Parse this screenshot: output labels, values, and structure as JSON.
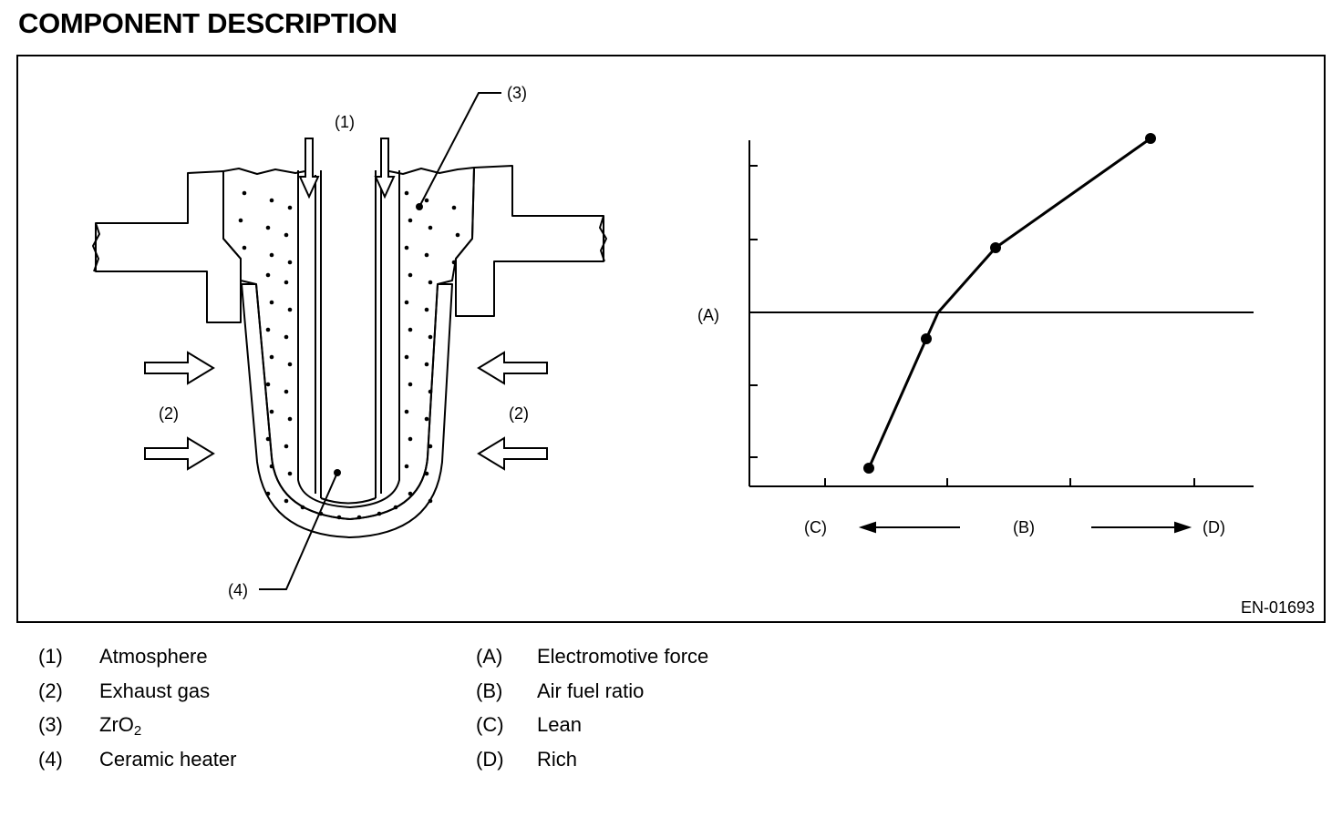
{
  "page": {
    "title": "COMPONENT DESCRIPTION"
  },
  "figure": {
    "code": "EN-01693",
    "callouts": {
      "c1": "(1)",
      "c2_left": "(2)",
      "c2_right": "(2)",
      "c3": "(3)",
      "c4": "(4)",
      "a": "(A)",
      "b": "(B)",
      "c": "(C)",
      "d": "(D)"
    }
  },
  "legend": {
    "left": [
      {
        "key": "(1)",
        "text": "Atmosphere"
      },
      {
        "key": "(2)",
        "text": "Exhaust gas"
      },
      {
        "key": "(3)",
        "text_main": "ZrO",
        "text_sub": "2"
      },
      {
        "key": "(4)",
        "text": "Ceramic heater"
      }
    ],
    "right": [
      {
        "key": "(A)",
        "text": "Electromotive force"
      },
      {
        "key": "(B)",
        "text": "Air fuel ratio"
      },
      {
        "key": "(C)",
        "text": "Lean"
      },
      {
        "key": "(D)",
        "text": "Rich"
      }
    ]
  },
  "colors": {
    "ink": "#000000",
    "background": "#ffffff"
  }
}
